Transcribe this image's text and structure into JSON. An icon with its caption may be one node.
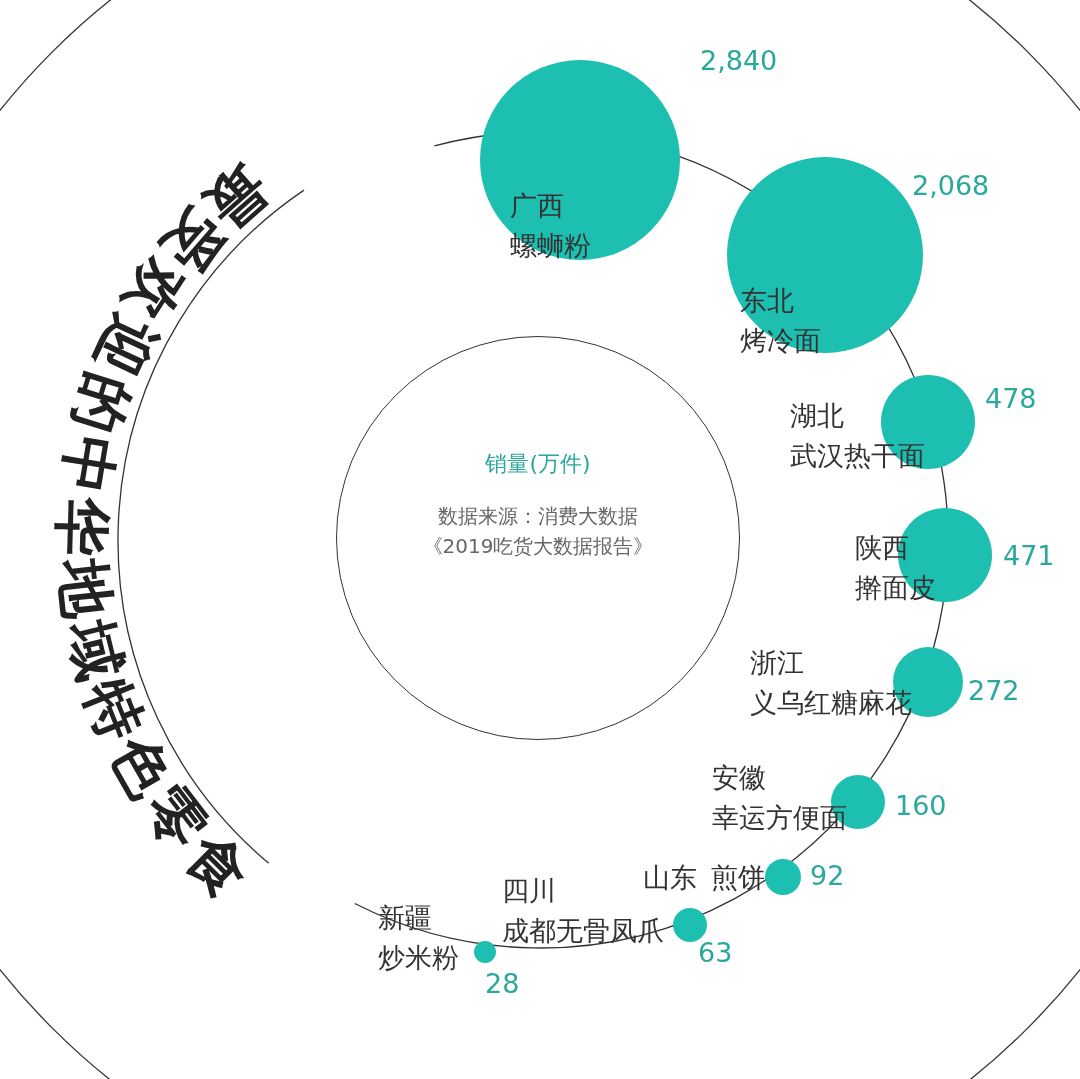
{
  "diagram": {
    "title": "最受欢迎的中华地域特色零食",
    "nodes": [
      {
        "text": [
          "广西",
          "螺蛳粉"
        ],
        "beside": [
          "2,840"
        ]
      },
      {
        "text": [
          "东北",
          "烤冷面"
        ],
        "beside": [
          "2,068"
        ]
      },
      {
        "text": [
          "湖北",
          "武汉热干面"
        ],
        "beside": [
          "478"
        ]
      },
      {
        "text": [
          "陕西",
          "擀面皮"
        ],
        "beside": [
          "471"
        ]
      },
      {
        "text": [
          "浙江",
          "义乌红糖麻花"
        ],
        "beside": [
          "272"
        ]
      },
      {
        "text": [
          "安徽",
          "幸运方便面"
        ],
        "beside": [
          "160"
        ]
      },
      {
        "text": [
          "山东",
          "煎饼"
        ],
        "beside": [
          "92"
        ]
      },
      {
        "text": [
          "四川",
          "成都无骨凤爪"
        ],
        "beside": [
          "63"
        ]
      },
      {
        "text": [
          "新疆",
          "炒米粉"
        ],
        "beside": [
          "28"
        ]
      },
      {
        "text": [
          "销量(万件)",
          "数据来源：消费大数据《2019吃货大数据报告》"
        ]
      }
    ],
    "edges": []
  }
}
